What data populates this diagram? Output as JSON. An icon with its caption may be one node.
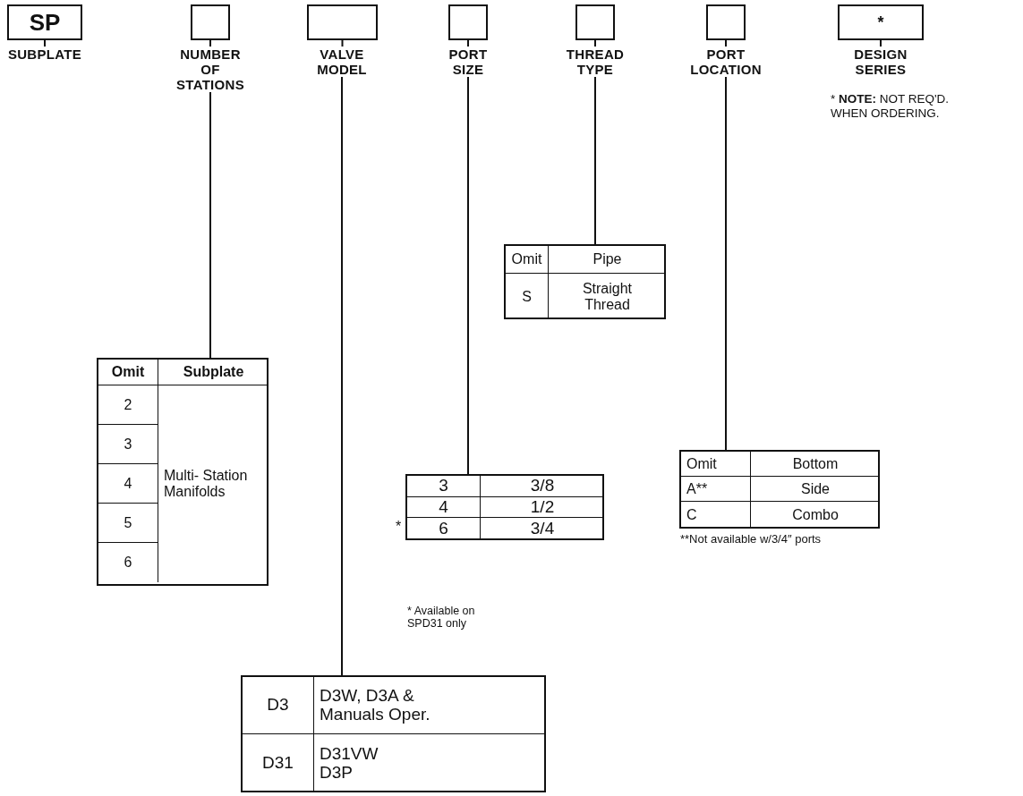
{
  "diagram": {
    "nodes": [
      {
        "text": [
          "SP"
        ]
      },
      {
        "text": [],
        "shape": "box"
      },
      {
        "text": [],
        "shape": "box"
      },
      {
        "text": [],
        "shape": "box"
      },
      {
        "text": [],
        "shape": "box"
      },
      {
        "text": [],
        "shape": "box"
      },
      {
        "text": [
          "*"
        ]
      },
      {
        "text": [
          "SUBPLATE"
        ]
      },
      {
        "text": [
          "NUMBER OF STATIONS"
        ]
      },
      {
        "text": [
          "VALVE MODEL"
        ]
      },
      {
        "text": [
          "PORT SIZE"
        ]
      },
      {
        "text": [
          "THREAD TYPE"
        ]
      },
      {
        "text": [
          "PORT LOCATION"
        ]
      },
      {
        "text": [
          "DESIGN SERIES"
        ],
        "beside": [
          "* **NOTE:** NOT REQ'D. WHEN ORDERING."
        ]
      },
      {
        "text": [
          "Omit",
          "Subplate",
          "2",
          "Multi- Station Manifolds",
          "3",
          "4",
          "5",
          "6"
        ]
      },
      {
        "text": [
          "D3",
          "D3W, D3A & Manuals Oper.",
          "D31",
          "D31VW D3P"
        ]
      },
      {
        "text": [
          "3",
          "3/8",
          "4",
          "1/2",
          "6",
          "3/4"
        ],
        "beside": [
          "*"
        ]
      },
      {
        "text": [
          "Omit",
          "Pipe",
          "S",
          "Straight Thread"
        ]
      },
      {
        "text": [
          "Omit",
          "Bottom",
          "A**",
          "Side",
          "C",
          "Combo"
        ],
        "beside": [
          "**Not available w/3/4″ ports"
        ]
      }
    ],
    "edges": [
      {
        "from": 0,
        "to": 7,
        "arrow": "none"
      },
      {
        "from": 1,
        "to": 8,
        "arrow": "none"
      },
      {
        "from": 2,
        "to": 9,
        "arrow": "none"
      },
      {
        "from": 3,
        "to": 10,
        "arrow": "none"
      },
      {
        "from": 4,
        "to": 11,
        "arrow": "none"
      },
      {
        "from": 5,
        "to": 12,
        "arrow": "none"
      },
      {
        "from": 6,
        "to": 13,
        "arrow": "none"
      },
      {
        "from": 8,
        "to": 14,
        "arrow": "none"
      },
      {
        "from": 9,
        "to": 15,
        "arrow": "none"
      },
      {
        "from": 10,
        "to": 16,
        "arrow": "none"
      },
      {
        "from": 11,
        "to": 17,
        "arrow": "none"
      },
      {
        "from": 12,
        "to": 18,
        "arrow": "none"
      }
    ],
    "labels": [
      "* Available on SPD31 only"
    ]
  }
}
